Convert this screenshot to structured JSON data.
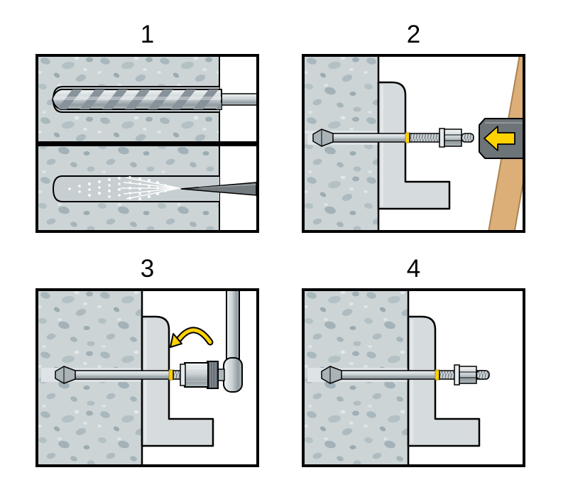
{
  "panels": [
    {
      "label": "1",
      "name": "drill-hole-and-blow-out-dust"
    },
    {
      "label": "2",
      "name": "hammer-anchor-through-fixture"
    },
    {
      "label": "3",
      "name": "tighten-nut-with-ratchet"
    },
    {
      "label": "4",
      "name": "finished-installed-anchor"
    }
  ],
  "colors": {
    "background": "#ffffff",
    "outline": "#000000",
    "concrete_base": "#ccd4d6",
    "concrete_speckle": "#a7b6ba",
    "hole_gray": "#c7cfd2",
    "metal_light": "#eff3f4",
    "metal_dark": "#929ca1",
    "fixture_gray": "#d6dbde",
    "hammer_head_gray": "#6d7478",
    "handle_tan": "#dcaf79",
    "accent_yellow": "#ffd200"
  }
}
